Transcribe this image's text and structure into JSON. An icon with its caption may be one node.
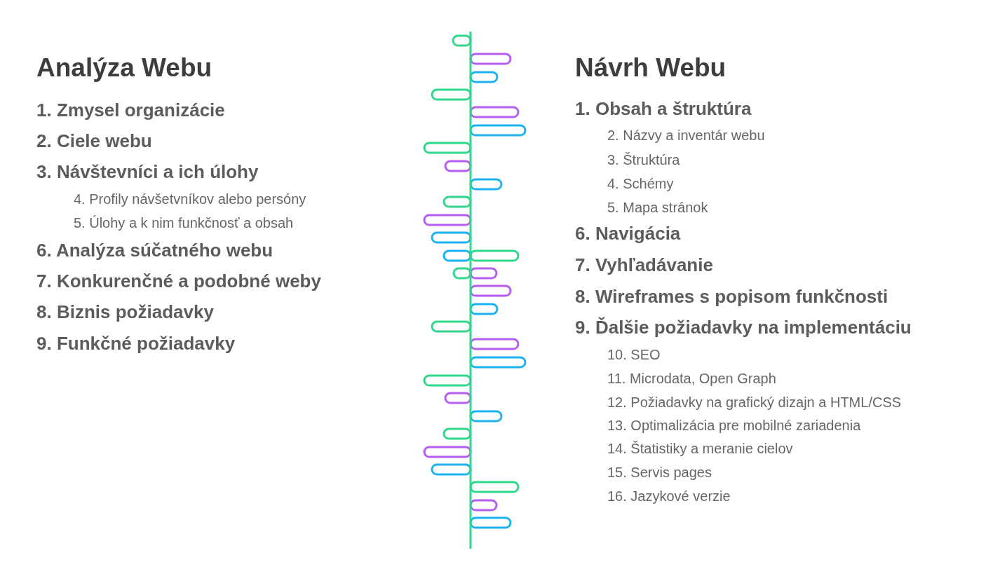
{
  "diagram": {
    "labels": [
      "Analýza Webu",
      "1. Zmysel organizácie",
      "2. Ciele webu",
      "3. Návštevníci a ich úlohy",
      "4. Profily návšetvníkov alebo persóny",
      "5. Úlohy a k nim funkčnosť a obsah",
      "6. Analýza súčatného webu",
      "7. Konkurenčné a podobné weby",
      "8. Biznis požiadavky",
      "9. Funkčné požiadavky",
      "Návrh Webu",
      "1. Obsah a štruktúra",
      "2. Názvy a inventár webu",
      "3. Štruktúra",
      "4. Schémy",
      "5. Mapa stránok",
      "6. Navigácia",
      "7. Vyhľadávanie",
      "8. Wireframes s popisom funkčnosti",
      "9. Ďalšie požiadavky na implementáciu",
      "10. SEO",
      "11. Microdata, Open Graph",
      "12. Požiadavky na grafický dizajn a HTML/CSS",
      "13. Optimalizácia pre mobilné zariadenia",
      "14. Štatistiky a meranie cielov",
      "15. Servis pages",
      "16. Jazykové verzie"
    ]
  }
}
